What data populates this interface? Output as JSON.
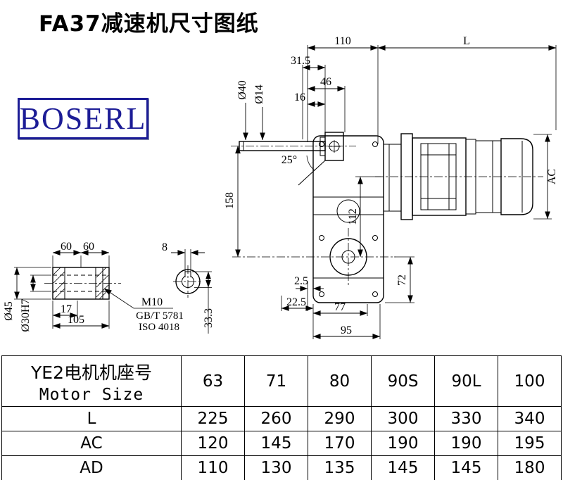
{
  "page": {
    "title": "FA37减速机尺寸图纸"
  },
  "logo": {
    "text": "BOSERL"
  },
  "drawing": {
    "dims": {
      "d110": "110",
      "dL": "L",
      "d31_5": "31.5",
      "d46": "46",
      "d16": "16",
      "dia40": "Ø40",
      "dia14": "Ø14",
      "angle25": "25°",
      "d158": "158",
      "d112": "112",
      "dAC": "AC",
      "d72": "72",
      "d2_5": "2.5",
      "d22_5": "22.5",
      "d77": "77",
      "d95": "95",
      "d60a": "60",
      "d60b": "60",
      "d8": "8",
      "dia45": "Ø45",
      "dia30h7": "Ø30H7",
      "d17": "17",
      "d105": "105",
      "m10": "M10",
      "gbt5781": "GB/T 5781",
      "iso4018": "ISO 4018",
      "d33_3": "33.3"
    }
  },
  "table": {
    "header": {
      "line1": "YE2电机机座号",
      "line2": "Motor Size"
    },
    "columns": [
      "63",
      "71",
      "80",
      "90S",
      "90L",
      "100"
    ],
    "rows": [
      {
        "label": "L",
        "values": [
          "225",
          "260",
          "290",
          "300",
          "330",
          "340"
        ]
      },
      {
        "label": "AC",
        "values": [
          "120",
          "145",
          "170",
          "190",
          "190",
          "195"
        ]
      },
      {
        "label": "AD",
        "values": [
          "110",
          "130",
          "135",
          "145",
          "145",
          "180"
        ]
      }
    ]
  }
}
